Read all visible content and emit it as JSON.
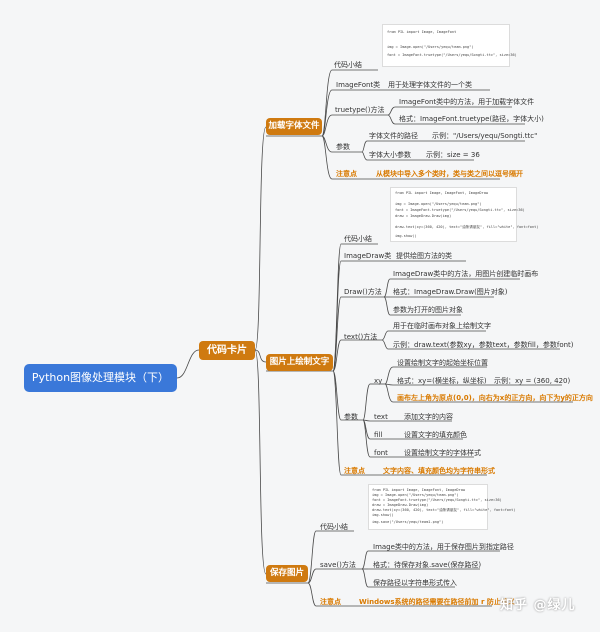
{
  "root": "Python图像处理模块（下）",
  "hub": "代码卡片",
  "sections": {
    "font": {
      "title": "加载字体文件",
      "summary": "代码小结",
      "code": [
        "from PIL import Image, ImageFont",
        "img = Image.open(\"/Users/yequ/team.png\")",
        "font = ImageFont.truetype(\"/Users/yequ/Songti.ttc\", size=36)"
      ],
      "imagefont_label": "ImageFont类",
      "imagefont_desc": "用于处理字体文件的一个类",
      "truetype_label": "truetype()方法",
      "truetype_desc1": "ImageFont类中的方法，用于加载字体文件",
      "truetype_desc2": "格式：ImageFont.truetype(路径，字体大小)",
      "params_label": "参数",
      "param_path": "字体文件的路径",
      "param_path_example": "示例：\"/Users/yequ/Songti.ttc\"",
      "param_size": "字体大小参数",
      "param_size_example": "示例：size = 36",
      "note_label": "注意点",
      "note_text": "从模块中导入多个类时，类与类之间以逗号隔开"
    },
    "draw": {
      "title": "图片上绘制文字",
      "summary": "代码小结",
      "code": [
        "from PIL import Image, ImageFont, ImageDraw",
        "img = Image.open(\"/Users/yequ/team.png\")",
        "font = ImageFont.truetype(\"/Users/yequ/Songti.ttc\", size=36)",
        "draw = ImageDraw.Draw(img)",
        "draw.text(xy=(360, 420), text=\"油条请朋友\", fill=\"white\", font=font)",
        "img.show()"
      ],
      "imagedraw_label": "ImageDraw类",
      "imagedraw_desc": "提供绘图方法的类",
      "drawm_label": "Draw()方法",
      "drawm_desc1": "ImageDraw类中的方法，用图片创建临时画布",
      "drawm_desc2": "格式：ImageDraw.Draw(图片对象)",
      "drawm_desc3": "参数为打开的图片对象",
      "textm_label": "text()方法",
      "textm_desc1": "用于在临时画布对象上绘制文字",
      "textm_desc2": "示例：draw.text(参数xy，参数text，参数fill，参数font)",
      "params_label": "参数",
      "xy_label": "xy",
      "xy_desc1": "设置绘制文字的起始坐标位置",
      "xy_desc2": "格式：xy=(横坐标，纵坐标)",
      "xy_example": "示例：xy = (360, 420)",
      "xy_note": "画布左上角为原点(0,0)，向右为x的正方向，向下为y的正方向",
      "text_label": "text",
      "text_desc": "添加文字的内容",
      "fill_label": "fill",
      "fill_desc": "设置文字的填充颜色",
      "font_label": "font",
      "font_desc": "设置绘制文字的字体样式",
      "note_label": "注意点",
      "note_text": "文字内容、填充颜色均为字符串形式"
    },
    "save": {
      "title": "保存图片",
      "summary": "代码小结",
      "code": [
        "from PIL import Image, ImageFont, ImageDraw",
        "img = Image.open(\"/Users/yequ/team.png\")",
        "font = ImageFont.truetype(\"/Users/yequ/Songti.ttc\", size=36)",
        "draw = ImageDraw.Draw(img)",
        "draw.text(xy=(360, 420), text=\"油条请朋友\", fill=\"white\", font=font)",
        "img.show()",
        "img.save(\"/Users/yequ/team1.png\")"
      ],
      "savem_label": "save()方法",
      "savem_desc1": "Image类中的方法，用于保存图片到指定路径",
      "savem_desc2": "格式：待保存对象.save(保存路径)",
      "savem_desc3": "保存路径以字符串形式传入",
      "note_label": "注意点",
      "note_text": "Windows系统的路径需要在路径前加 r 防止转义"
    }
  },
  "watermark": "知乎 @绿儿",
  "colors": {
    "root": "#3a78d9",
    "category": "#cf7a10",
    "accent_text": "#d97a00",
    "line": "#4a4a4a"
  }
}
